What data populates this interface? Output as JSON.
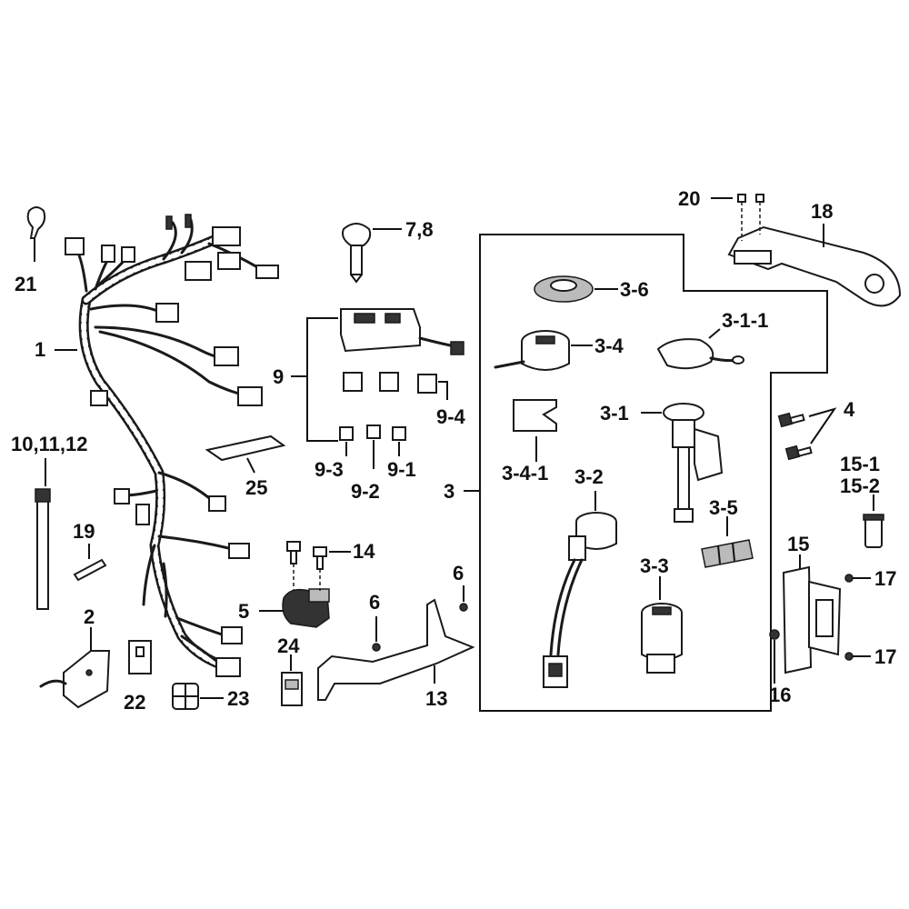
{
  "labels": {
    "p1": "1",
    "p2": "2",
    "p3": "3",
    "p3_1": "3-1",
    "p3_1_1": "3-1-1",
    "p3_2": "3-2",
    "p3_3": "3-3",
    "p3_4": "3-4",
    "p3_4_1": "3-4-1",
    "p3_5": "3-5",
    "p3_6": "3-6",
    "p4": "4",
    "p5": "5",
    "p6a": "6",
    "p6b": "6",
    "p7_8": "7,8",
    "p9": "9",
    "p9_1": "9-1",
    "p9_2": "9-2",
    "p9_3": "9-3",
    "p9_4": "9-4",
    "p10_11_12": "10,11,12",
    "p13": "13",
    "p14": "14",
    "p15": "15",
    "p15_1": "15-1",
    "p15_2": "15-2",
    "p16": "16",
    "p17a": "17",
    "p17b": "17",
    "p18": "18",
    "p19": "19",
    "p20": "20",
    "p21": "21",
    "p22": "22",
    "p23": "23",
    "p24": "24",
    "p25": "25"
  },
  "colors": {
    "line": "#111111",
    "background": "#ffffff"
  }
}
